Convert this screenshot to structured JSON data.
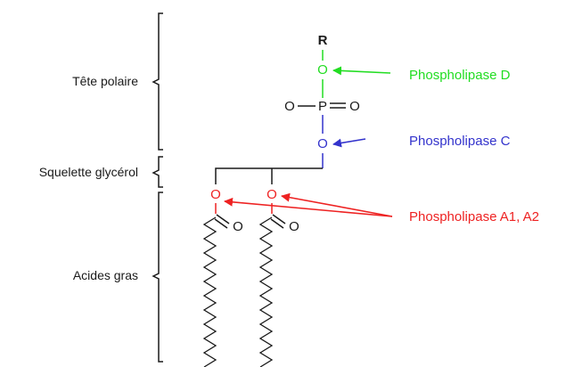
{
  "regions": {
    "polar_head": "Tête polaire",
    "glycerol_backbone": "Squelette glycérol",
    "fatty_acids": "Acides gras"
  },
  "atoms": {
    "r_group": "R",
    "oxygen": "O",
    "phosphorus": "P"
  },
  "enzymes": {
    "pld": {
      "label": "Phospholipase D",
      "color": "#22dd22"
    },
    "plc": {
      "label": "Phospholipase C",
      "color": "#3333cc"
    },
    "pla": {
      "label": "Phospholipase A1, A2",
      "color": "#ee2222"
    }
  },
  "colors": {
    "ink": "#1a1a1a",
    "head_bond": "#22dd22",
    "ester_bond": "#ee2222"
  }
}
